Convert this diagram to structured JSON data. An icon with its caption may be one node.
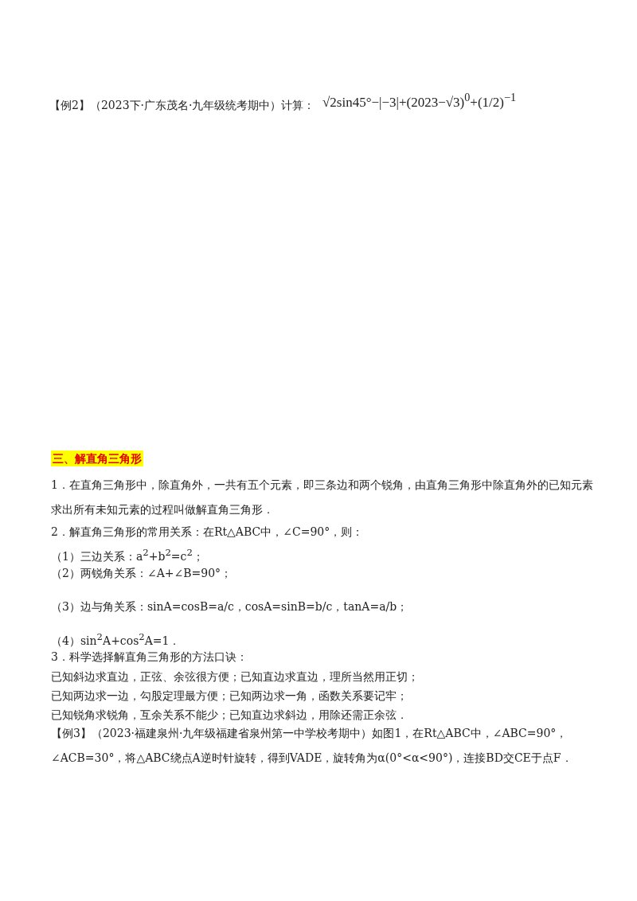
{
  "diagram": {
    "labels": [
      "【例2】（2023下·广东茂名·九年级统考期中）计算：",
      "√2sin45°−|−3|+(2023−√3)$^{0}$+(1/2)$^{−1}$",
      "三、解直角三角形",
      "1．在直角三角形中，除直角外，一共有五个元素，即三条边和两个锐角，由直角三角形中除直角外的已知元素求出所有未知元素的过程叫做解直角三角形．",
      "2．解直角三角形的常用关系：在Rt△ABC中，∠C=90°，则：",
      "（1）三边关系：a$^{2}$+b$^{2}$=c$^{2}$；",
      "（2）两锐角关系：∠A+∠B=90°；",
      "（3）边与角关系：sinA=cosB=a/c，cosA=sinB=b/c，tanA=a/b；",
      "（4）sin$^{2}$A+cos$^{2}$A=1．",
      "3．科学选择解直角三角形的方法口诀：",
      "已知斜边求直边，正弦、余弦很方便；已知直边求直边，理所当然用正切；",
      "已知两边求一边，勾股定理最方便；已知两边求一角，函数关系要记牢；",
      "已知锐角求锐角，互余关系不能少；已知直边求斜边，用除还需正余弦．",
      "【例3】（2023·福建泉州·九年级福建省泉州第一中学校考期中）如图1，在Rt△ABC中，∠ABC=90°，∠ACB=30°，将△ABC绕点A逆时针旋转，得到VADE，旋转角为α(0°<α<90°)，连接BD交CE于点F．"
    ]
  }
}
